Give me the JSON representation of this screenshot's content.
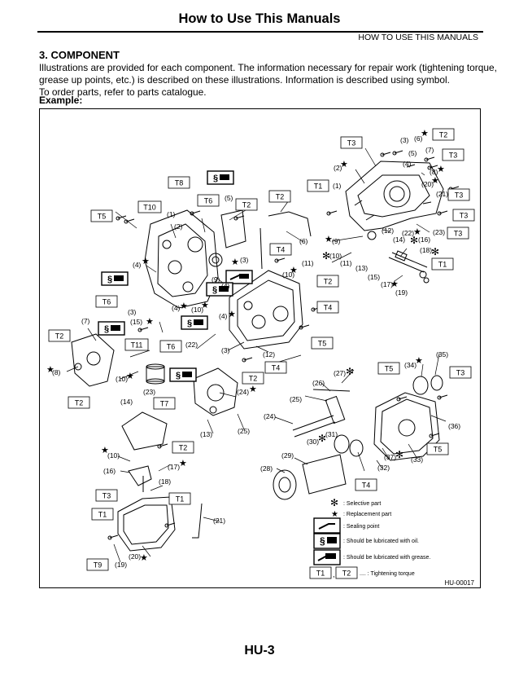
{
  "header": {
    "title": "How to Use This Manuals",
    "subtitle": "HOW TO USE THIS MANUALS"
  },
  "section": {
    "heading": "3.  COMPONENT",
    "lines": [
      "Illustrations are provided for each component. The information necessary for repair work (tightening torque,",
      "grease up points, etc.) is described on these illustrations. Information is described using symbol.",
      "To order parts, refer to parts catalogue."
    ],
    "example_label": "Example:"
  },
  "figure": {
    "code": "HU-00017",
    "torque_boxes": [
      {
        "id": "t-t2-a",
        "label": "T2"
      },
      {
        "id": "t-t3-a",
        "label": "T3"
      },
      {
        "id": "t-t3-b",
        "label": "T3"
      },
      {
        "id": "t-t8",
        "label": "T8"
      },
      {
        "id": "t-t1-a",
        "label": "T1"
      },
      {
        "id": "t-t3-c",
        "label": "T3"
      },
      {
        "id": "t-t10",
        "label": "T10"
      },
      {
        "id": "t-t6-a",
        "label": "T6"
      },
      {
        "id": "t-t2-b",
        "label": "T2"
      },
      {
        "id": "t-t2-c",
        "label": "T2"
      },
      {
        "id": "t-t3-d",
        "label": "T3"
      },
      {
        "id": "t-t5-a",
        "label": "T5"
      },
      {
        "id": "t-t3-e",
        "label": "T3"
      },
      {
        "id": "t-t4-a",
        "label": "T4"
      },
      {
        "id": "t-t1-b",
        "label": "T1"
      },
      {
        "id": "t-t2-d",
        "label": "T2"
      },
      {
        "id": "t-t6-b",
        "label": "T6"
      },
      {
        "id": "t-t4-b",
        "label": "T4"
      },
      {
        "id": "t-t2-e",
        "label": "T2"
      },
      {
        "id": "t-t5-b",
        "label": "T5"
      },
      {
        "id": "t-t11",
        "label": "T11"
      },
      {
        "id": "t-t6-c",
        "label": "T6"
      },
      {
        "id": "t-t4-c",
        "label": "T4"
      },
      {
        "id": "t-t5-c",
        "label": "T5"
      },
      {
        "id": "t-t3-f",
        "label": "T3"
      },
      {
        "id": "t-t2-f",
        "label": "T2"
      },
      {
        "id": "t-t2-g",
        "label": "T2"
      },
      {
        "id": "t-t7",
        "label": "T7"
      },
      {
        "id": "t-t2-h",
        "label": "T2"
      },
      {
        "id": "t-t5-d",
        "label": "T5"
      },
      {
        "id": "t-t3-g",
        "label": "T3"
      },
      {
        "id": "t-t4-d",
        "label": "T4"
      },
      {
        "id": "t-t1-c",
        "label": "T1"
      },
      {
        "id": "t-t1-d",
        "label": "T1"
      },
      {
        "id": "t-t9",
        "label": "T9"
      }
    ],
    "callouts": [
      {
        "id": "n3a",
        "label": "(3)"
      },
      {
        "id": "n6a",
        "label": "(6)"
      },
      {
        "id": "n7a",
        "label": "(7)"
      },
      {
        "id": "n5a",
        "label": "(5)"
      },
      {
        "id": "n4a",
        "label": "(4)"
      },
      {
        "id": "n2a",
        "label": "(2)"
      },
      {
        "id": "n8a",
        "label": "(8)"
      },
      {
        "id": "n20a",
        "label": "(20)"
      },
      {
        "id": "n21a",
        "label": "(21)"
      },
      {
        "id": "n1a",
        "label": "(1)"
      },
      {
        "id": "n5b",
        "label": "(5)"
      },
      {
        "id": "n1b",
        "label": "(1)"
      },
      {
        "id": "n2b",
        "label": "(2)"
      },
      {
        "id": "n23a",
        "label": "(23)"
      },
      {
        "id": "n12a",
        "label": "(12)"
      },
      {
        "id": "n22a",
        "label": "(22)"
      },
      {
        "id": "n14a",
        "label": "(14)"
      },
      {
        "id": "n16a",
        "label": "(16)"
      },
      {
        "id": "n6b",
        "label": "(6)"
      },
      {
        "id": "n9a",
        "label": "(9)"
      },
      {
        "id": "n18a",
        "label": "(18)"
      },
      {
        "id": "n10a",
        "label": "(10)"
      },
      {
        "id": "n11a",
        "label": "(11)"
      },
      {
        "id": "n4b",
        "label": "(4)"
      },
      {
        "id": "n3b",
        "label": "(3)"
      },
      {
        "id": "n11b",
        "label": "(11)"
      },
      {
        "id": "n13a",
        "label": "(13)"
      },
      {
        "id": "n10b",
        "label": "(10)"
      },
      {
        "id": "n15a",
        "label": "(15)"
      },
      {
        "id": "n9b",
        "label": "(9)"
      },
      {
        "id": "n17a",
        "label": "(17)"
      },
      {
        "id": "n4c",
        "label": "(4)"
      },
      {
        "id": "n19a",
        "label": "(19)"
      },
      {
        "id": "n4d",
        "label": "(4)"
      },
      {
        "id": "n10c",
        "label": "(10)"
      },
      {
        "id": "n3c",
        "label": "(3)"
      },
      {
        "id": "n7b",
        "label": "(7)"
      },
      {
        "id": "n15b",
        "label": "(15)"
      },
      {
        "id": "n4e",
        "label": "(4)"
      },
      {
        "id": "n22b",
        "label": "(22)"
      },
      {
        "id": "n3d",
        "label": "(3)"
      },
      {
        "id": "n12b",
        "label": "(12)"
      },
      {
        "id": "n35a",
        "label": "(35)"
      },
      {
        "id": "n34a",
        "label": "(34)"
      },
      {
        "id": "n27a",
        "label": "(27)"
      },
      {
        "id": "n8b",
        "label": "(8)"
      },
      {
        "id": "n10d",
        "label": "(10)"
      },
      {
        "id": "n26a",
        "label": "(26)"
      },
      {
        "id": "n23b",
        "label": "(23)"
      },
      {
        "id": "n24a",
        "label": "(24)"
      },
      {
        "id": "n25a",
        "label": "(25)"
      },
      {
        "id": "n14b",
        "label": "(14)"
      },
      {
        "id": "n24b",
        "label": "(24)"
      },
      {
        "id": "n36a",
        "label": "(36)"
      },
      {
        "id": "n25b",
        "label": "(25)"
      },
      {
        "id": "n13b",
        "label": "(13)"
      },
      {
        "id": "n31a",
        "label": "(31)"
      },
      {
        "id": "n30a",
        "label": "(30)"
      },
      {
        "id": "n10e",
        "label": "(10)"
      },
      {
        "id": "n29a",
        "label": "(29)"
      },
      {
        "id": "n37a",
        "label": "(37)"
      },
      {
        "id": "n33a",
        "label": "(33)"
      },
      {
        "id": "n17b",
        "label": "(17)"
      },
      {
        "id": "n16b",
        "label": "(16)"
      },
      {
        "id": "n28a",
        "label": "(28)"
      },
      {
        "id": "n32a",
        "label": "(32)"
      },
      {
        "id": "n18b",
        "label": "(18)"
      },
      {
        "id": "n21b",
        "label": "(21)"
      },
      {
        "id": "n20b",
        "label": "(20)"
      },
      {
        "id": "n19b",
        "label": "(19)"
      }
    ],
    "legend": {
      "selective": ": Selective part",
      "replacement": ": Replacement part",
      "sealing": ": Sealing point",
      "oil": ": Should be lubricated with oil.",
      "grease": ": Should be lubricated with grease.",
      "torque_box_1": "T1",
      "torque_box_2": "T2",
      "torque_sep": ",",
      "torque_text": ".... : Tightening torque"
    }
  },
  "footer": {
    "page_number": "HU-3"
  }
}
